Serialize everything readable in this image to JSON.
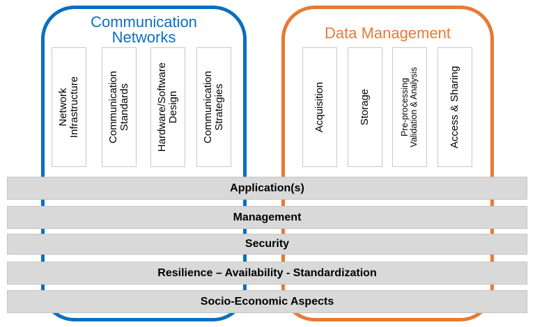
{
  "groups": {
    "communication": {
      "title_line1": "Communication",
      "title_line2": "Networks",
      "color": "#0a6fc2",
      "columns": [
        "Network\nInfrastructure",
        "Communication\nStandards",
        "Hardware/Software\nDesign",
        "Communication\nStrategies"
      ]
    },
    "data": {
      "title": "Data Management",
      "color": "#e77a35",
      "columns": [
        "Acquisition",
        "Storage",
        "Pre-processing\nValidation & Analysis",
        "Access & Sharing"
      ]
    }
  },
  "layers": [
    "Application(s)",
    "Management",
    "Security",
    "Resilience – Availability - Standardization",
    "Socio-Economic Aspects"
  ]
}
